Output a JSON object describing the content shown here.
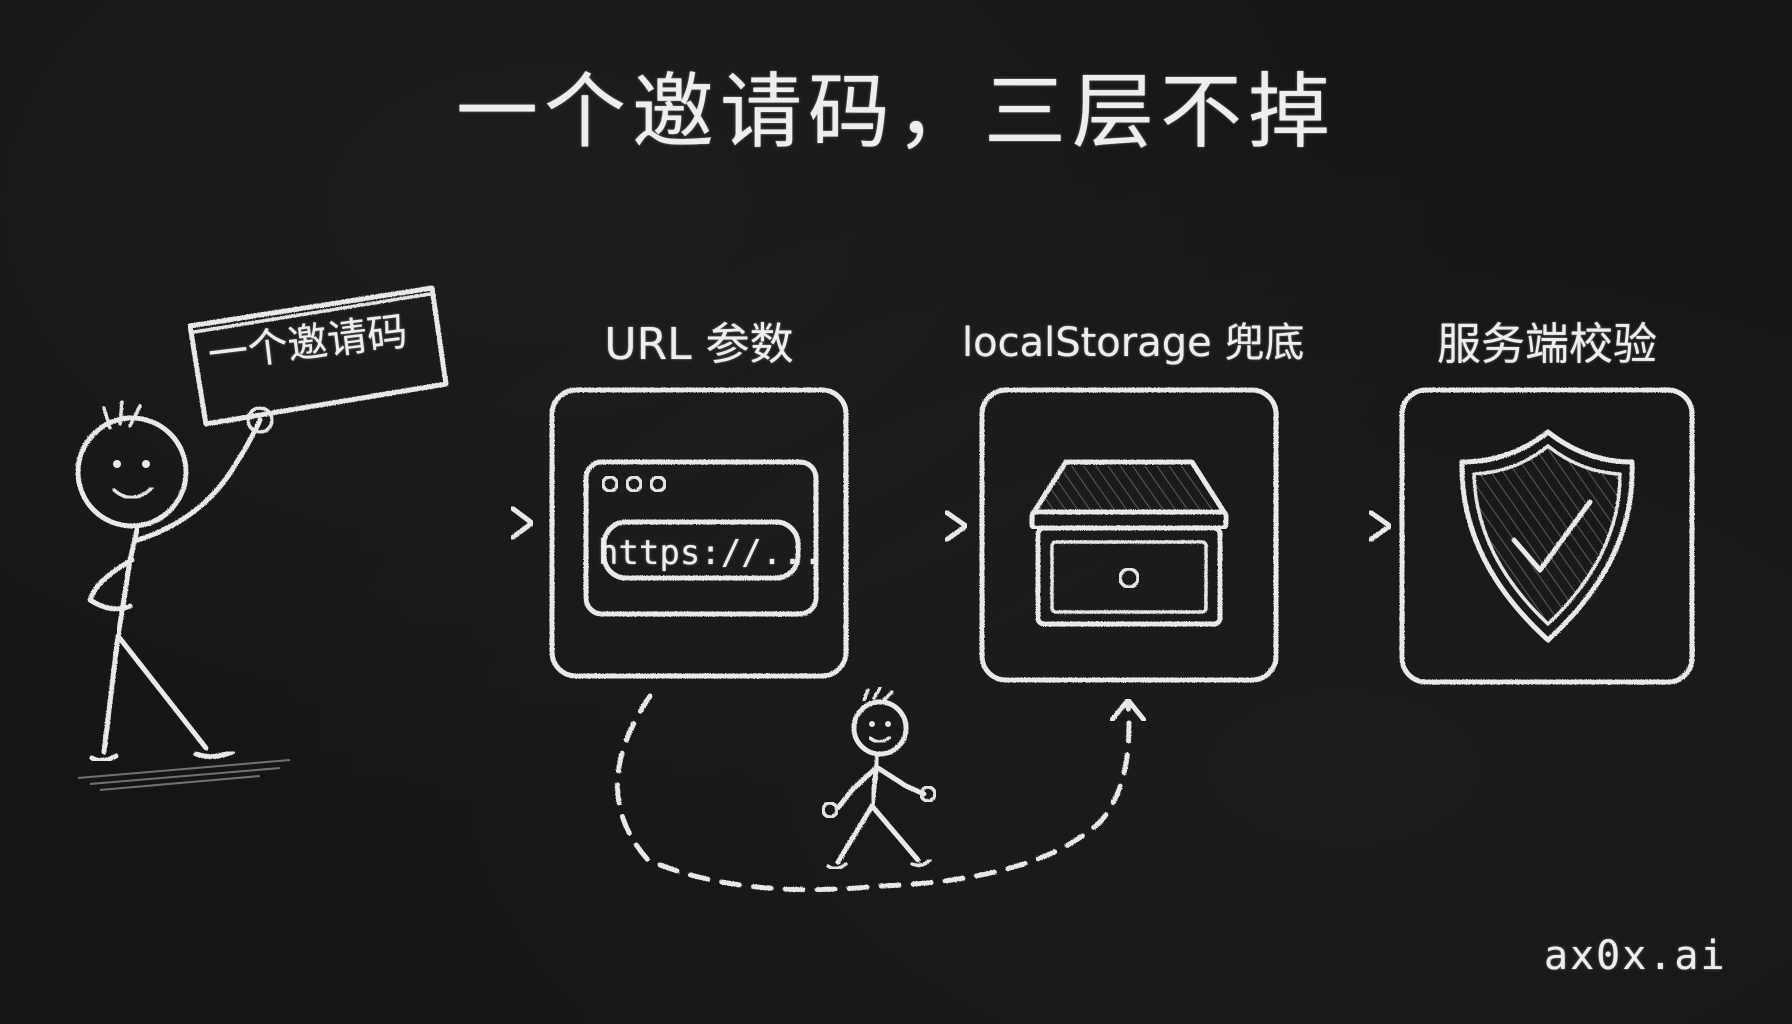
{
  "title": "一个邀请码，三层不掉",
  "sign_text": "一个邀请码",
  "steps": [
    {
      "label": "URL 参数",
      "icon": "browser-window-icon"
    },
    {
      "label": "localStorage 兜底",
      "icon": "storage-box-icon"
    },
    {
      "label": "服务端校验",
      "icon": "shield-check-icon"
    }
  ],
  "url_text": "https://...",
  "watermark": "ax0x.ai",
  "colors": {
    "background": "#151515",
    "chalk": "#e9e9e9"
  }
}
